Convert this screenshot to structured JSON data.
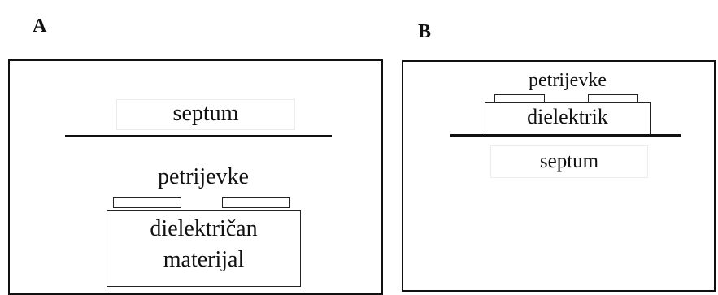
{
  "panels": [
    {
      "label": "A",
      "septum": "septum",
      "petri": "petrijevke",
      "dielectric_line1": "dielektričan",
      "dielectric_line2": "materijal"
    },
    {
      "label": "B",
      "petri": "petrijevke",
      "dielectric": "dielektrik",
      "septum": "septum"
    }
  ]
}
